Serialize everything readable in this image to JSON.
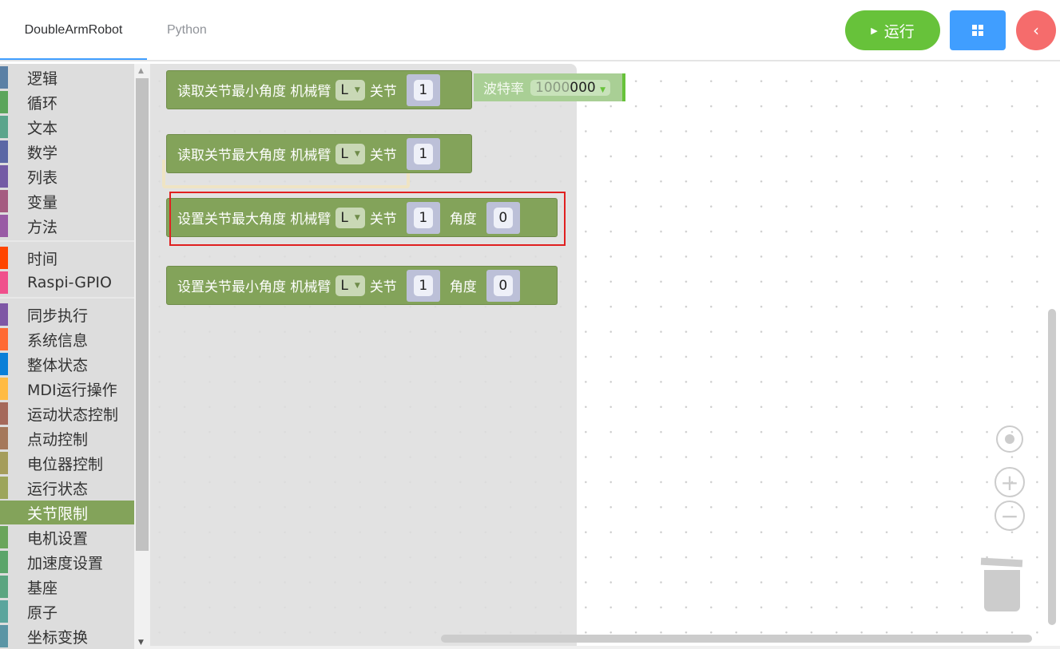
{
  "header": {
    "tabs": [
      {
        "label": "DoubleArmRobot",
        "active": true
      },
      {
        "label": "Python",
        "active": false
      }
    ],
    "run_label": "运行"
  },
  "sidebar": {
    "categories": [
      {
        "label": "逻辑",
        "color": "#5b80a5"
      },
      {
        "label": "循环",
        "color": "#5ba55b"
      },
      {
        "label": "文本",
        "color": "#5ba58c"
      },
      {
        "label": "数学",
        "color": "#5b67a5"
      },
      {
        "label": "列表",
        "color": "#745ba5"
      },
      {
        "label": "变量",
        "color": "#a55b80"
      },
      {
        "label": "方法",
        "color": "#995ba5"
      },
      {
        "label": "时间",
        "color": "#ff4500"
      },
      {
        "label": "Raspi-GPIO",
        "color": "#f0508c"
      },
      {
        "label": "同步执行",
        "color": "#7e57a5"
      },
      {
        "label": "系统信息",
        "color": "#ff6a33"
      },
      {
        "label": "整体状态",
        "color": "#0a7fd8"
      },
      {
        "label": "MDI运行操作",
        "color": "#ffbb44"
      },
      {
        "label": "运动状态控制",
        "color": "#a5695b"
      },
      {
        "label": "点动控制",
        "color": "#a5785b"
      },
      {
        "label": "电位器控制",
        "color": "#a59d5b"
      },
      {
        "label": "运行状态",
        "color": "#9da55b"
      },
      {
        "label": "关节限制",
        "color": "#83a35a",
        "selected": true
      },
      {
        "label": "电机设置",
        "color": "#6aa55b"
      },
      {
        "label": "加速度设置",
        "color": "#5ba56a"
      },
      {
        "label": "基座",
        "color": "#5ba580"
      },
      {
        "label": "原子",
        "color": "#5ba59d"
      },
      {
        "label": "坐标变换",
        "color": "#5b95a5"
      }
    ]
  },
  "blocks": [
    {
      "text": "读取关节最小角度 机械臂",
      "arm": "L",
      "joint_label": "关节",
      "joint": "1"
    },
    {
      "text": "读取关节最大角度 机械臂",
      "arm": "L",
      "joint_label": "关节",
      "joint": "1"
    },
    {
      "text": "设置关节最大角度 机械臂",
      "arm": "L",
      "joint_label": "关节",
      "joint": "1",
      "angle_label": "角度",
      "angle": "0"
    },
    {
      "text": "设置关节最小角度 机械臂",
      "arm": "L",
      "joint_label": "关节",
      "joint": "1",
      "angle_label": "角度",
      "angle": "0"
    }
  ],
  "background_block": {
    "label": "波特率",
    "value_hidden": "1000",
    "value_visible": "000"
  }
}
